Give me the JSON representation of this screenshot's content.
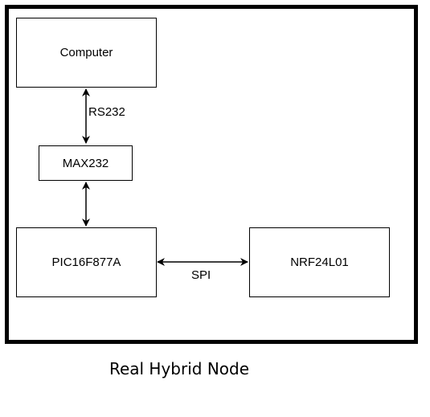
{
  "diagram": {
    "nodes": {
      "computer": "Computer",
      "max232": "MAX232",
      "pic": "PIC16F877A",
      "nrf": "NRF24L01"
    },
    "edges": {
      "computer_max232": "RS232",
      "max232_pic": "",
      "pic_nrf": "SPI"
    },
    "caption": "Real Hybrid Node"
  },
  "colors": {
    "line": "#000000",
    "background": "#ffffff"
  }
}
